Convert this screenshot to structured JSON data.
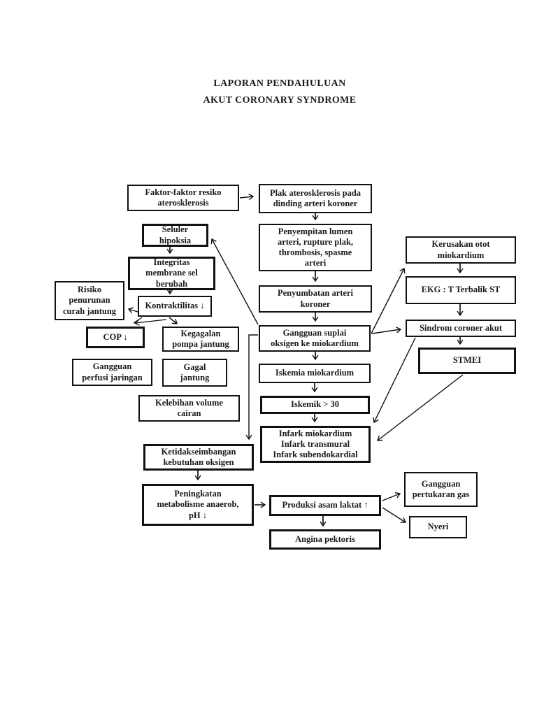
{
  "page": {
    "title_line1": "LAPORAN PENDAHULUAN",
    "title_line2": "AKUT CORONARY SYNDROME"
  },
  "flowchart": {
    "nodes": {
      "faktor": {
        "text": "Faktor-faktor resiko\naterosklerosis"
      },
      "plak": {
        "text": "Plak aterosklerosis pada\ndinding arteri koroner"
      },
      "seluler": {
        "text": "Seluler\nhipoksia"
      },
      "penyempitan": {
        "text": "Penyempitan lumen\narteri, rupture plak,\nthrombosis, spasme\narteri"
      },
      "integritas": {
        "text": "Integritas\nmembrane sel\nberubah"
      },
      "kontraktilitas": {
        "text": "Kontraktilitas ↓"
      },
      "penyumbatan": {
        "text": "Penyumbatan arteri\nkoroner"
      },
      "risiko": {
        "text": "Risiko\npenurunan\ncurah jantung"
      },
      "cop": {
        "text": "COP ↓"
      },
      "kegagalan": {
        "text": "Kegagalan\npompa jantung"
      },
      "suplai": {
        "text": "Gangguan suplai\noksigen ke miokardium"
      },
      "iskemia": {
        "text": "Iskemia miokardium"
      },
      "iskemik30": {
        "text": "Iskemik > 30"
      },
      "infark": {
        "text": "Infark miokardium\nInfark transmural\nInfark subendokardial"
      },
      "kerusakan": {
        "text": "Kerusakan otot\nmiokardium"
      },
      "ekg": {
        "text": "EKG : T Terbalik ST"
      },
      "sindrom": {
        "text": "Sindrom coroner akut"
      },
      "stmei": {
        "text": "STMEI"
      },
      "perfusi": {
        "text": "Gangguan\nperfusi jaringan"
      },
      "gagal": {
        "text": "Gagal\njantung"
      },
      "kelebihan": {
        "text": "Kelebihan volume\ncairan"
      },
      "ketidak": {
        "text": "Ketidakseimbangan\nkebutuhan oksigen"
      },
      "peningkatan": {
        "text": "Peningkatan\nmetabolisme anaerob,\npH ↓"
      },
      "produksi": {
        "text": "Produksi asam laktat ↑"
      },
      "angina": {
        "text": "Angina pektoris"
      },
      "pertukaran": {
        "text": "Gangguan\npertukaran gas"
      },
      "nyeri": {
        "text": "Nyeri"
      }
    },
    "edges": [
      {
        "from": "faktor",
        "to": "plak"
      },
      {
        "from": "plak",
        "to": "penyempitan"
      },
      {
        "from": "penyempitan",
        "to": "penyumbatan"
      },
      {
        "from": "penyumbatan",
        "to": "suplai"
      },
      {
        "from": "suplai",
        "to": "iskemia"
      },
      {
        "from": "iskemia",
        "to": "iskemik30"
      },
      {
        "from": "iskemik30",
        "to": "infark"
      },
      {
        "from": "suplai",
        "to": "seluler"
      },
      {
        "from": "seluler",
        "to": "integritas"
      },
      {
        "from": "integritas",
        "to": "kontraktilitas"
      },
      {
        "from": "kontraktilitas",
        "to": "risiko"
      },
      {
        "from": "kontraktilitas",
        "to": "cop"
      },
      {
        "from": "kontraktilitas",
        "to": "kegagalan"
      },
      {
        "from": "suplai",
        "to": "kerusakan"
      },
      {
        "from": "suplai",
        "to": "sindrom"
      },
      {
        "from": "kerusakan",
        "to": "ekg"
      },
      {
        "from": "ekg",
        "to": "sindrom"
      },
      {
        "from": "sindrom",
        "to": "stmei"
      },
      {
        "from": "sindrom",
        "to": "infark"
      },
      {
        "from": "stmei",
        "to": "infark"
      },
      {
        "from": "suplai",
        "to": "ketidak"
      },
      {
        "from": "ketidak",
        "to": "peningkatan"
      },
      {
        "from": "peningkatan",
        "to": "produksi"
      },
      {
        "from": "produksi",
        "to": "angina"
      },
      {
        "from": "produksi",
        "to": "pertukaran"
      },
      {
        "from": "produksi",
        "to": "nyeri"
      }
    ],
    "line_color": "#111111"
  }
}
